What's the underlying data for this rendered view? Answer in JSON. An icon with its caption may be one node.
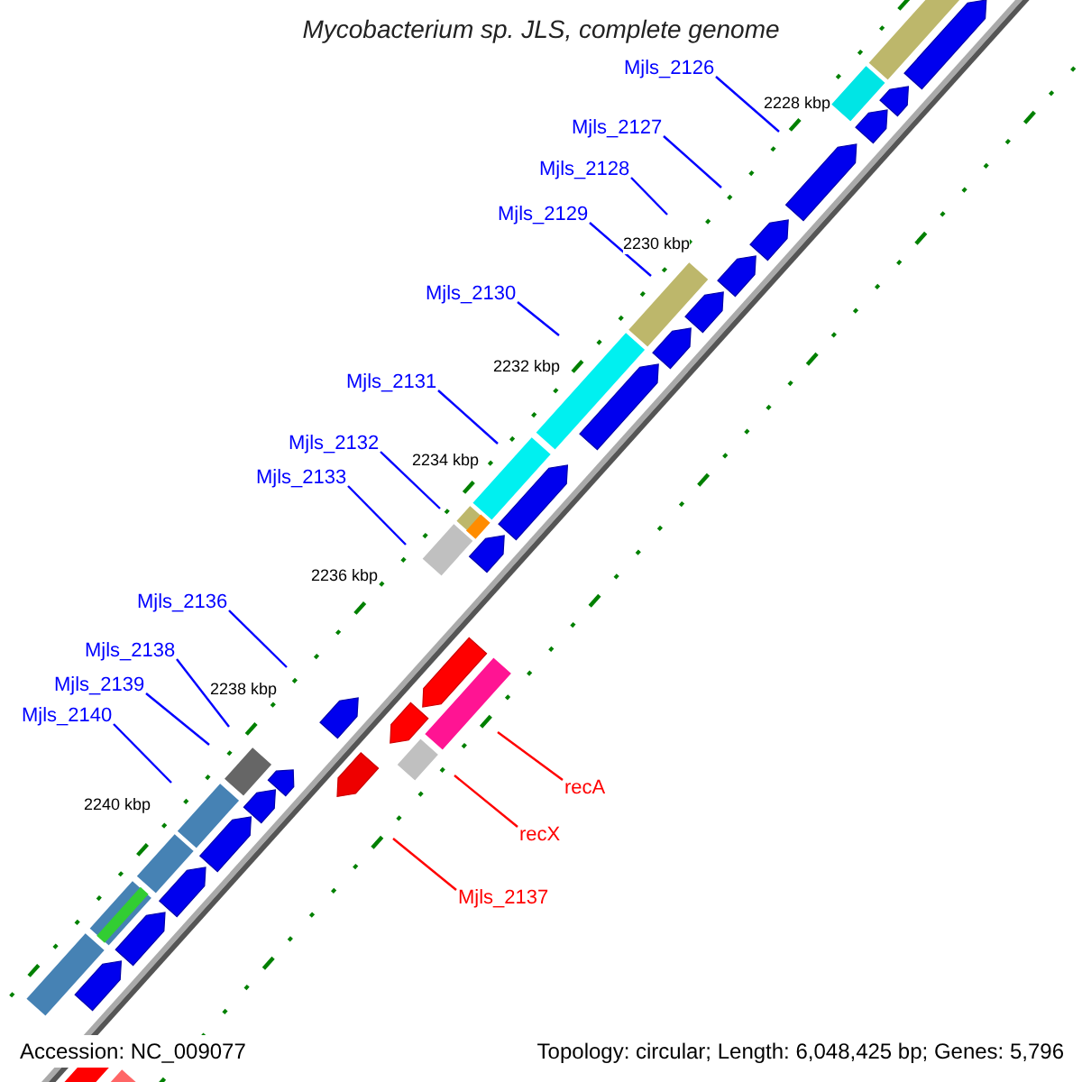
{
  "diagram": {
    "title": "Mycobacterium sp. JLS, complete genome",
    "nodes": [
      {
        "text": [
          "Mjls_2126"
        ]
      },
      {
        "text": [
          "Mjls_2127"
        ]
      },
      {
        "text": [
          "Mjls_2128"
        ]
      },
      {
        "text": [
          "Mjls_2129"
        ]
      },
      {
        "text": [
          "Mjls_2130"
        ]
      },
      {
        "text": [
          "Mjls_2131"
        ]
      },
      {
        "text": [
          "Mjls_2132"
        ]
      },
      {
        "text": [
          "Mjls_2133"
        ]
      },
      {
        "text": [
          "Mjls_2136"
        ]
      },
      {
        "text": [
          "Mjls_2138"
        ]
      },
      {
        "text": [
          "Mjls_2139"
        ]
      },
      {
        "text": [
          "Mjls_2140"
        ]
      },
      {
        "text": [
          "recA"
        ]
      },
      {
        "text": [
          "recX"
        ]
      },
      {
        "text": [
          "Mjls_2137"
        ]
      }
    ],
    "edges": [
      {
        "from": 0,
        "to": null,
        "arrow": "none"
      },
      {
        "from": 1,
        "to": null,
        "arrow": "none"
      },
      {
        "from": 2,
        "to": null,
        "arrow": "none"
      },
      {
        "from": 3,
        "to": null,
        "arrow": "none"
      },
      {
        "from": 4,
        "to": null,
        "arrow": "none"
      },
      {
        "from": 5,
        "to": null,
        "arrow": "none"
      },
      {
        "from": 6,
        "to": null,
        "arrow": "none"
      },
      {
        "from": 7,
        "to": null,
        "arrow": "none"
      },
      {
        "from": 8,
        "to": null,
        "arrow": "none"
      },
      {
        "from": 9,
        "to": null,
        "arrow": "none"
      },
      {
        "from": 10,
        "to": null,
        "arrow": "none"
      },
      {
        "from": 11,
        "to": null,
        "arrow": "none"
      },
      {
        "from": 12,
        "to": null,
        "arrow": "none",
        "color": "#ff0000"
      },
      {
        "from": 13,
        "to": null,
        "arrow": "none",
        "color": "#ff0000"
      },
      {
        "from": 14,
        "to": null,
        "arrow": "none",
        "color": "#ff0000"
      }
    ],
    "labels": [
      "2228 kbp",
      "2230 kbp",
      "2232 kbp",
      "2234 kbp",
      "2236 kbp",
      "2238 kbp",
      "2240 kbp",
      "Accession: NC_009077",
      "Topology: circular; Length: 6,048,425 bp; Genes: 5,796"
    ]
  }
}
